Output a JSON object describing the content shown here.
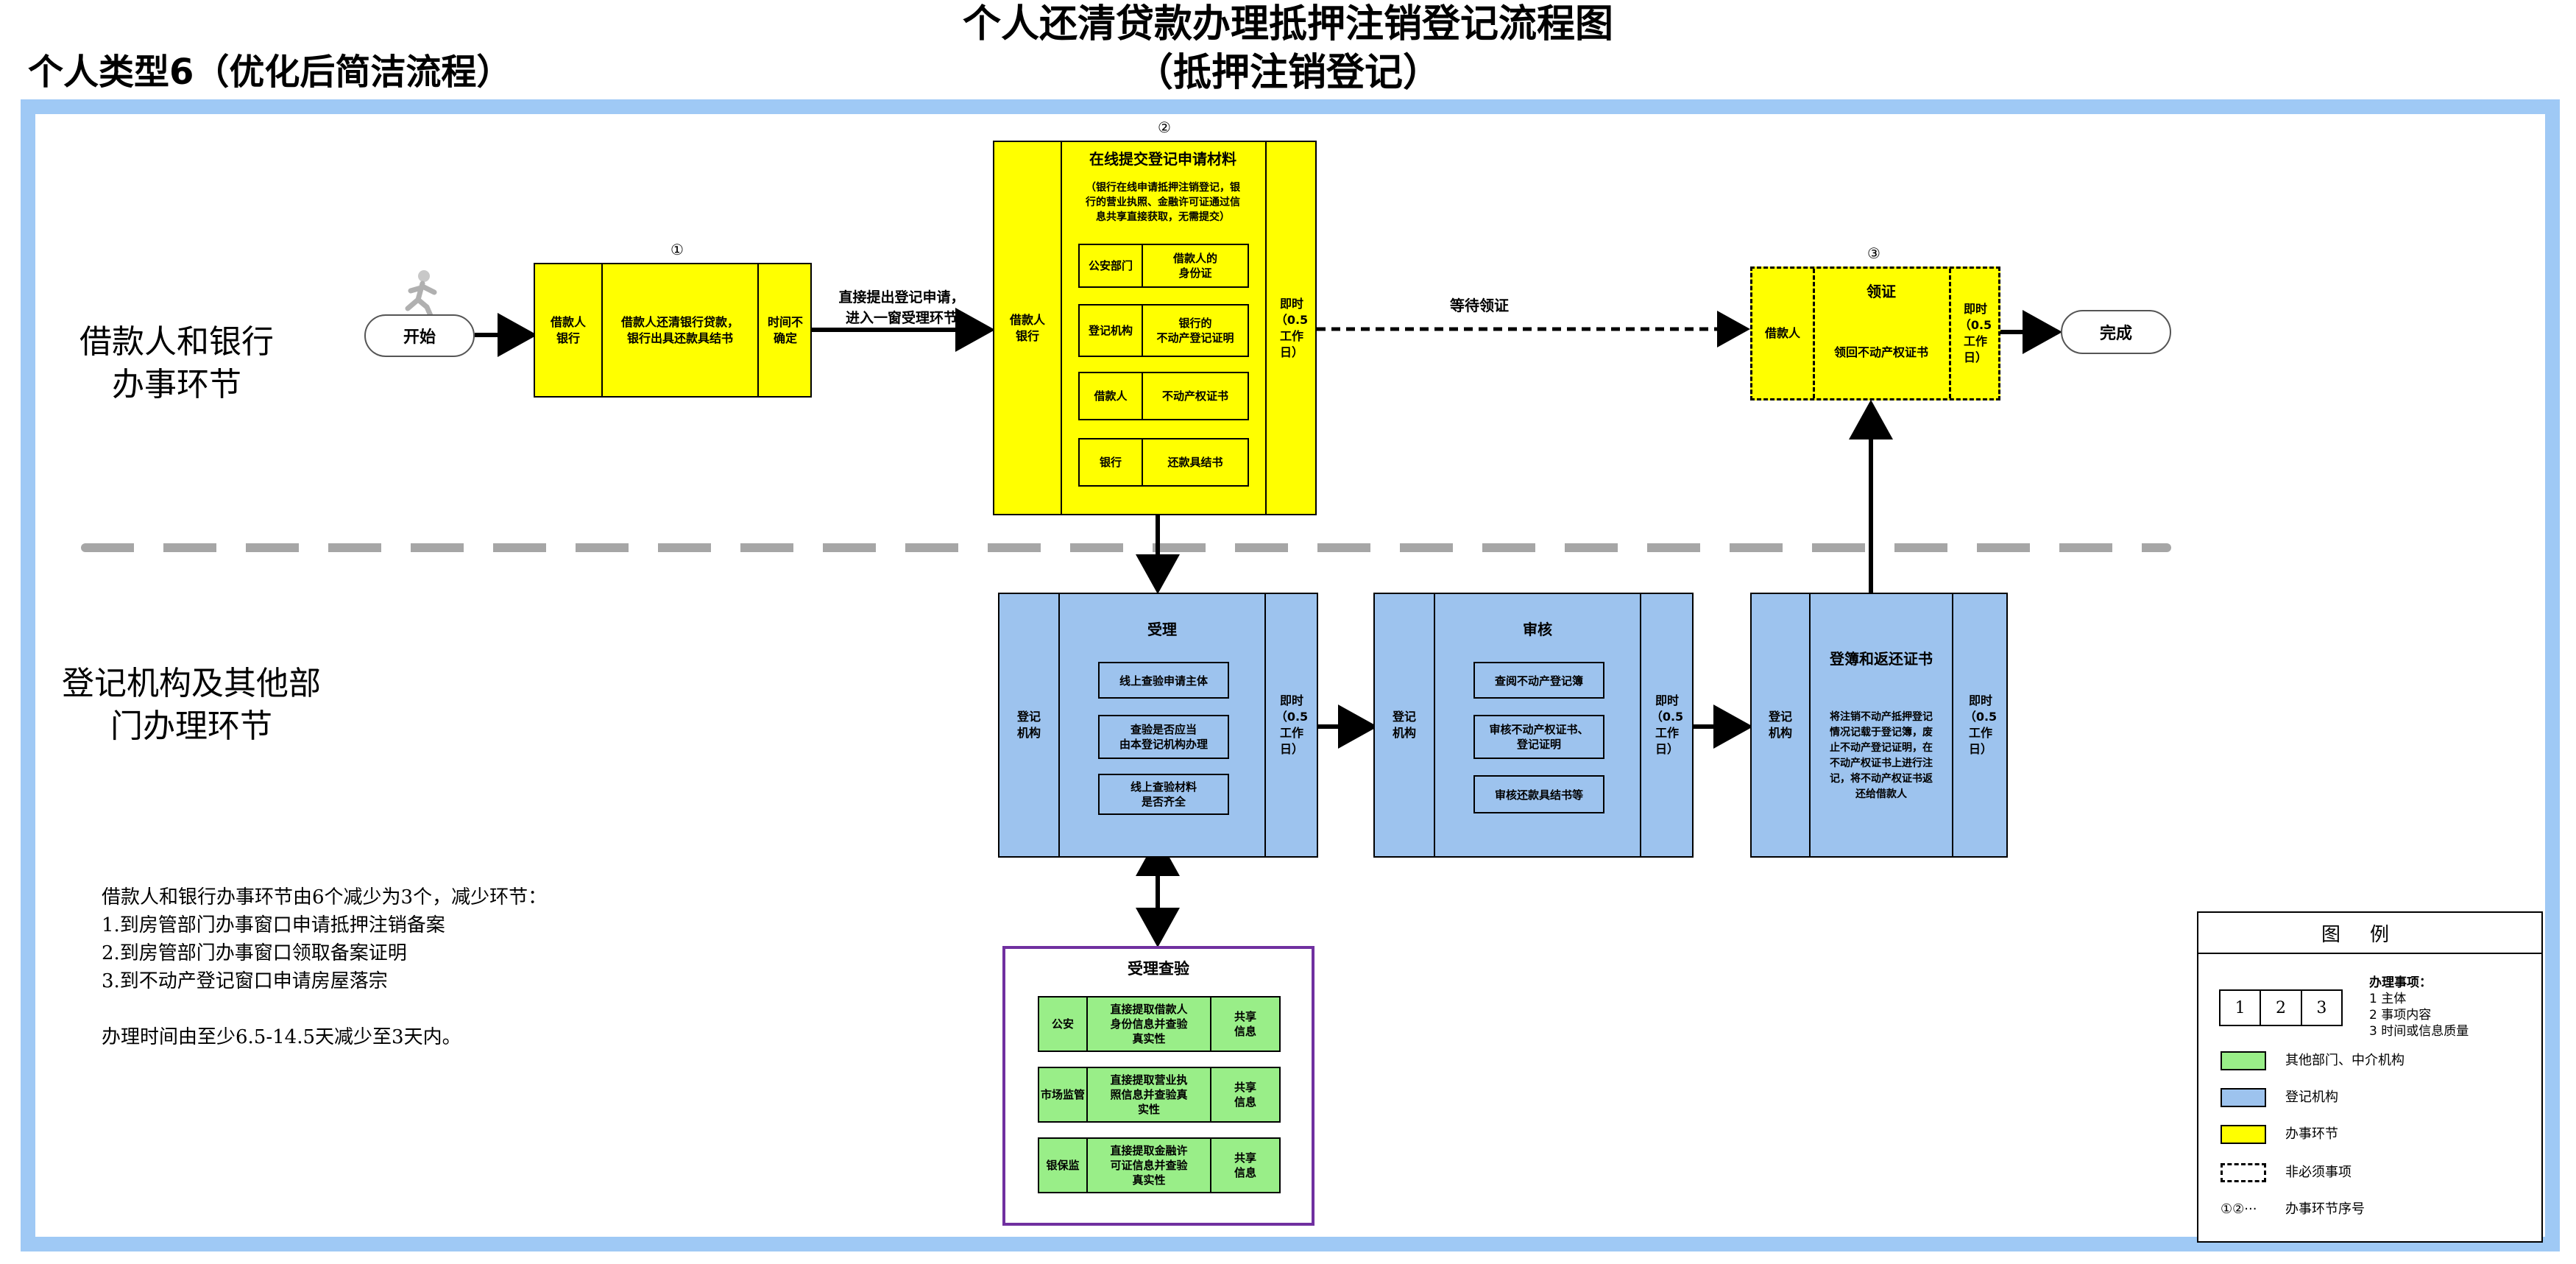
{
  "title": {
    "line1": "个人还清贷款办理抵押注销登记流程图",
    "line2": "（抵押注销登记）"
  },
  "subtitle": "个人类型6（优化后简洁流程）",
  "lanes": {
    "top": "借款人和银行\n办事环节",
    "bottom": "登记机构及其他部\n门办理环节"
  },
  "start_label": "开始",
  "end_label": "完成",
  "runner_icon": "running-person-icon",
  "steps": {
    "step1": {
      "number": "①",
      "subject": "借款人\n银行",
      "content": "借款人还清银行贷款，\n银行出具还款具结书",
      "time": "时间不\n确定"
    },
    "arrow1_label": "直接提出登记申请，\n进入一窗受理环节",
    "step2": {
      "number": "②",
      "subject": "借款人\n银行",
      "heading": "在线提交登记申请材料",
      "note": "（银行在线申请抵押注销登记，银\n行的营业执照、金融许可证通过信\n息共享直接获取，无需提交）",
      "time": "即时\n（0.5\n工作\n日）",
      "items": [
        {
          "from": "公安部门",
          "doc": "借款人的\n身份证"
        },
        {
          "from": "登记机构",
          "doc": "银行的\n不动产登记证明"
        },
        {
          "from": "借款人",
          "doc": "不动产权证书"
        },
        {
          "from": "银行",
          "doc": "还款具结书"
        }
      ]
    },
    "arrow2_label": "等待领证",
    "step3": {
      "number": "③",
      "subject": "借款人",
      "heading": "领证",
      "content": "领回不动产权证书",
      "time": "即时\n（0.5\n工作\n日）"
    },
    "accept": {
      "subject": "登记\n机构",
      "heading": "受理",
      "items": [
        "线上查验申请主体",
        "查验是否应当\n由本登记机构办理",
        "线上查验材料\n是否齐全"
      ],
      "time": "即时\n（0.5\n工作\n日）"
    },
    "review": {
      "subject": "登记\n机构",
      "heading": "审核",
      "items": [
        "查阅不动产登记簿",
        "审核不动产权证书、\n登记证明",
        "审核还款具结书等"
      ],
      "time": "即时\n（0.5\n工作\n日）"
    },
    "register": {
      "subject": "登记\n机构",
      "heading": "登簿和返还证书",
      "content": "将注销不动产抵押登记\n情况记载于登记簿，废\n止不动产登记证明，在\n不动产权证书上进行注\n记，将不动产权证书返\n还给借款人",
      "time": "即时\n（0.5\n工作\n日）"
    },
    "verify": {
      "heading": "受理查验",
      "rows": [
        {
          "dept": "公安",
          "action": "直接提取借款人\n身份信息并查验\n真实性",
          "mode": "共享\n信息"
        },
        {
          "dept": "市场监管",
          "action": "直接提取营业执\n照信息并查验真\n实性",
          "mode": "共享\n信息"
        },
        {
          "dept": "银保监",
          "action": "直接提取金融许\n可证信息并查验\n真实性",
          "mode": "共享\n信息"
        }
      ]
    }
  },
  "notes": [
    "借款人和银行办事环节由6个减少为3个，减少环节：",
    "1.到房管部门办事窗口申请抵押注销备案",
    "2.到房管部门办事窗口领取备案证明",
    "3.到不动产登记窗口申请房屋落宗",
    "",
    "办理时间由至少6.5-14.5天减少至3天内。"
  ],
  "legend": {
    "title": "图例",
    "sample_cells": [
      "1",
      "2",
      "3"
    ],
    "items_header": "办理事项：",
    "items": [
      "1 主体",
      "2 事项内容",
      "3 时间或信息质量"
    ],
    "green": "其他部门、中介机构",
    "blue": "登记机构",
    "yellow": "办事环节",
    "dashed": "非必须事项",
    "numbering_symbol": "①②···",
    "numbering": "办事环节序号"
  },
  "colors": {
    "yellow": "#ffff00",
    "blue": "#9dc3ee",
    "green": "#99ee88",
    "frame": "#9fc9f5",
    "verify_border": "#7030a0"
  }
}
